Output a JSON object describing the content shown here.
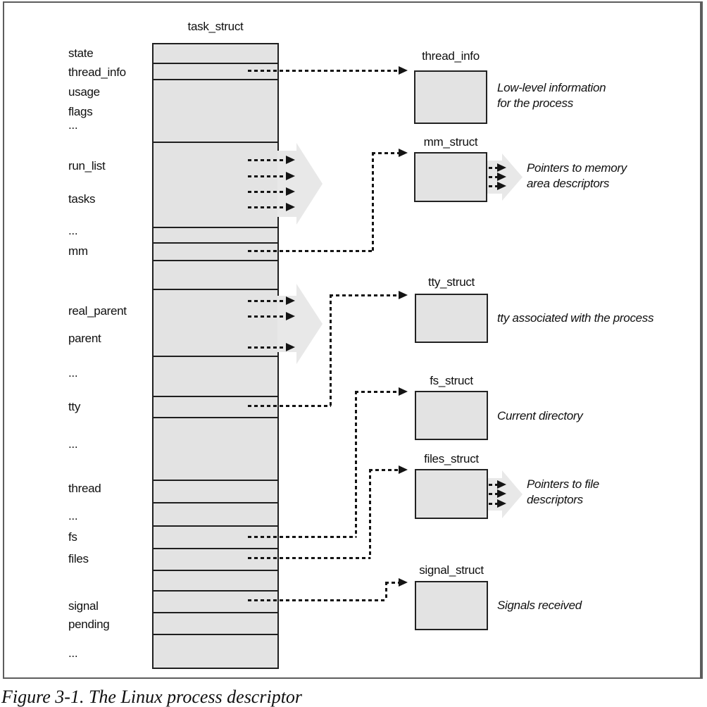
{
  "figure": {
    "caption": "Figure 3-1. The Linux process descriptor"
  },
  "task_struct": {
    "title": "task_struct",
    "fields": [
      "state",
      "thread_info",
      "usage",
      "flags",
      "...",
      "run_list",
      "tasks",
      "...",
      "mm",
      "real_parent",
      "parent",
      "...",
      "tty",
      "...",
      "thread",
      "...",
      "fs",
      "files",
      "signal",
      "pending",
      "..."
    ]
  },
  "structs": {
    "thread_info": {
      "title": "thread_info",
      "note": "Low-level information\nfor the process"
    },
    "mm_struct": {
      "title": "mm_struct",
      "note": "Pointers to memory\narea descriptors"
    },
    "tty_struct": {
      "title": "tty_struct",
      "note": "tty associated with the process"
    },
    "fs_struct": {
      "title": "fs_struct",
      "note": "Current directory"
    },
    "files_struct": {
      "title": "files_struct",
      "note": "Pointers to file\ndescriptors"
    },
    "signal_struct": {
      "title": "signal_struct",
      "note": "Signals received"
    }
  },
  "colors": {
    "cell_fill": "#e3e3e3",
    "cell_border": "#1f1f1f",
    "block_arrow_fill": "#e8e8e8",
    "pointer_line": "#141414",
    "frame_border": "#5d5d5d"
  }
}
